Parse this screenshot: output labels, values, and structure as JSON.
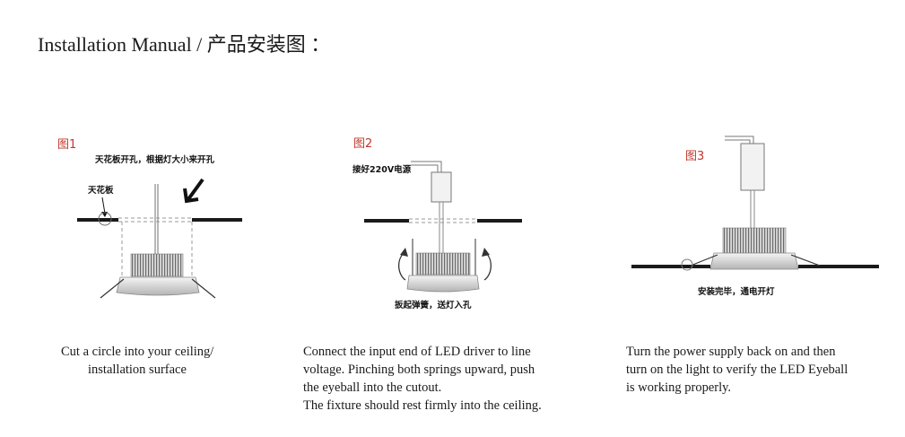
{
  "title": "Installation Manual / 产品安装图 ：",
  "figures": [
    {
      "label": "图1",
      "note_top": "天花板开孔，根据灯大小来开孔",
      "note_ceiling": "天花板",
      "caption": [
        "Cut a circle into your ceiling/",
        "installation surface"
      ]
    },
    {
      "label": "图2",
      "note_top": "接好220V电源",
      "note_bottom": "扳起弹簧，送灯入孔",
      "caption": [
        "Connect the input end of LED driver to line",
        "voltage. Pinching both springs upward, push",
        "the eyeball into the cutout.",
        "The fixture should rest firmly into the ceiling."
      ]
    },
    {
      "label": "图3",
      "note_bottom": "安装完毕，通电开灯",
      "caption": [
        "Turn the power supply back on and then",
        "turn on the light to verify the LED Eyeball",
        "is working properly."
      ]
    }
  ]
}
